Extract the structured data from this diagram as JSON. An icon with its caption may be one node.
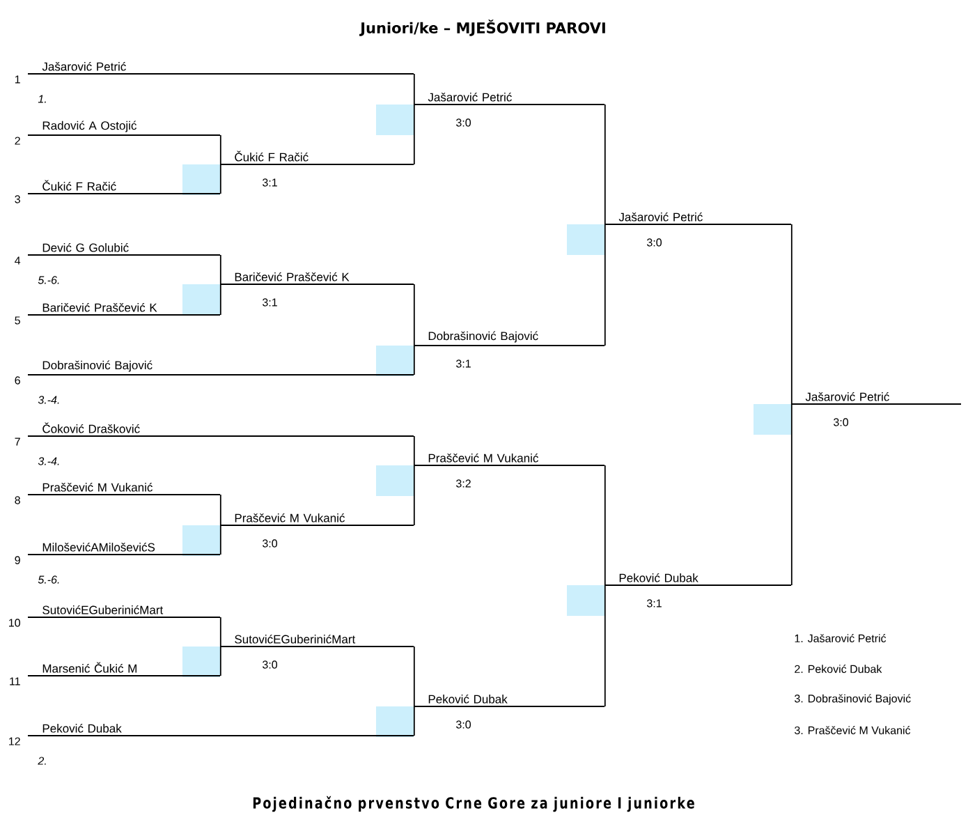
{
  "diagram": {
    "title": "Juniori/ke – MJEŠOVITI PAROVI",
    "caption": "Pojedinačno prvenstvo Crne Gore za juniore I juniorke",
    "nodes": [
      {
        "text": [
          "Jašarović Petrić"
        ],
        "beside": [
          "1",
          "1."
        ]
      },
      {
        "text": [
          "Radović A Ostojić"
        ],
        "beside": [
          "2"
        ]
      },
      {
        "text": [
          "Čukić F Račić"
        ],
        "beside": [
          "3"
        ]
      },
      {
        "text": [
          "Dević G Golubić"
        ],
        "beside": [
          "4",
          "5.-6."
        ]
      },
      {
        "text": [
          "Baričević Praščević K"
        ],
        "beside": [
          "5"
        ]
      },
      {
        "text": [
          "Dobrašinović Bajović"
        ],
        "beside": [
          "6",
          "3.-4."
        ]
      },
      {
        "text": [
          "Čoković Drašković"
        ],
        "beside": [
          "7",
          "3.-4."
        ]
      },
      {
        "text": [
          "Praščević M Vukanić"
        ],
        "beside": [
          "8"
        ]
      },
      {
        "text": [
          "MiloševićAMiloševićS"
        ],
        "beside": [
          "9",
          "5.-6."
        ]
      },
      {
        "text": [
          "SutovićEGuberinićMart"
        ],
        "beside": [
          "10"
        ]
      },
      {
        "text": [
          "Marsenić Čukić M"
        ],
        "beside": [
          "11"
        ]
      },
      {
        "text": [
          "Peković Dubak"
        ],
        "beside": [
          "12",
          "2."
        ]
      },
      {
        "text": [
          "Čukić F Račić"
        ],
        "beside": [
          "3:1"
        ]
      },
      {
        "text": [
          "Baričević Praščević K"
        ],
        "beside": [
          "3:1"
        ]
      },
      {
        "text": [
          "Praščević M Vukanić"
        ],
        "beside": [
          "3:0"
        ]
      },
      {
        "text": [
          "SutovićEGuberinićMart"
        ],
        "beside": [
          "3:0"
        ]
      },
      {
        "text": [
          "Jašarović Petrić"
        ],
        "beside": [
          "3:0"
        ]
      },
      {
        "text": [
          "Dobrašinović Bajović"
        ],
        "beside": [
          "3:1"
        ]
      },
      {
        "text": [
          "Praščević M Vukanić"
        ],
        "beside": [
          "3:2"
        ]
      },
      {
        "text": [
          "Peković Dubak"
        ],
        "beside": [
          "3:0"
        ]
      },
      {
        "text": [
          "Jašarović Petrić"
        ],
        "beside": [
          "3:0"
        ]
      },
      {
        "text": [
          "Peković Dubak"
        ],
        "beside": [
          "3:1"
        ]
      },
      {
        "text": [
          "Jašarović Petrić"
        ],
        "beside": [
          "3:0"
        ]
      }
    ],
    "edges": [
      {
        "from": 1,
        "to": 12,
        "arrow": "none"
      },
      {
        "from": 2,
        "to": 12,
        "arrow": "none"
      },
      {
        "from": 3,
        "to": 13,
        "arrow": "none"
      },
      {
        "from": 4,
        "to": 13,
        "arrow": "none"
      },
      {
        "from": 7,
        "to": 14,
        "arrow": "none"
      },
      {
        "from": 8,
        "to": 14,
        "arrow": "none"
      },
      {
        "from": 9,
        "to": 15,
        "arrow": "none"
      },
      {
        "from": 10,
        "to": 15,
        "arrow": "none"
      },
      {
        "from": 0,
        "to": 16,
        "arrow": "none"
      },
      {
        "from": 12,
        "to": 16,
        "arrow": "none"
      },
      {
        "from": 13,
        "to": 17,
        "arrow": "none"
      },
      {
        "from": 5,
        "to": 17,
        "arrow": "none"
      },
      {
        "from": 6,
        "to": 18,
        "arrow": "none"
      },
      {
        "from": 14,
        "to": 18,
        "arrow": "none"
      },
      {
        "from": 15,
        "to": 19,
        "arrow": "none"
      },
      {
        "from": 11,
        "to": 19,
        "arrow": "none"
      },
      {
        "from": 16,
        "to": 20,
        "arrow": "none"
      },
      {
        "from": 17,
        "to": 20,
        "arrow": "none"
      },
      {
        "from": 18,
        "to": 21,
        "arrow": "none"
      },
      {
        "from": 19,
        "to": 21,
        "arrow": "none"
      },
      {
        "from": 20,
        "to": 22,
        "arrow": "none"
      },
      {
        "from": 21,
        "to": 22,
        "arrow": "none"
      }
    ],
    "labels": [
      "1. Jašarović Petrić",
      "2. Peković Dubak",
      "3. Dobrašinović Bajović",
      "3. Praščević M Vukanić"
    ]
  }
}
